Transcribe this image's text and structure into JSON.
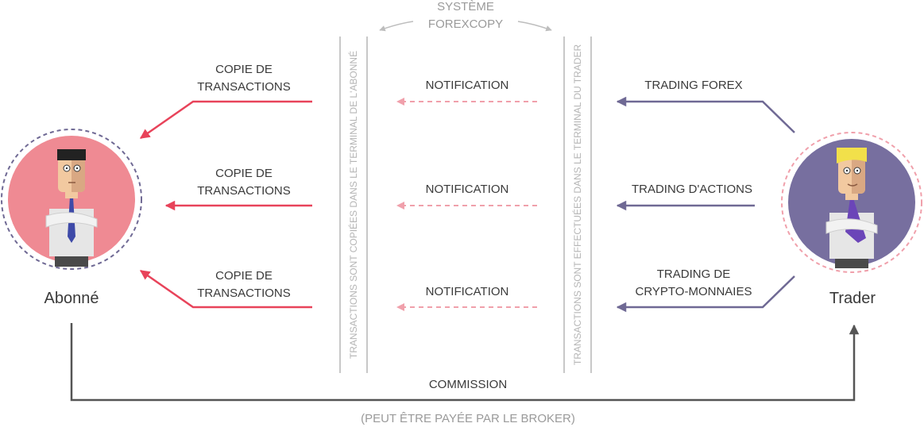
{
  "colors": {
    "red": "#e8435a",
    "pink_dashed": "#f0a0ab",
    "purple": "#6f6994",
    "dark_line": "#555555",
    "gray": "#bdbdbd",
    "subscriber_circle": "#ef8a93",
    "trader_circle": "#776f9f"
  },
  "system_label": {
    "line1": "SYSTÈME",
    "line2": "FOREXCOPY"
  },
  "left_column_text": "TRANSACTIONS SONT COPIÉES DANS LE TERMINAL DE L'ABONNÉ",
  "right_column_text": "TRANSACTIONS SONT EFFECTUÉES DANS LE TERMINAL DU TRADER",
  "subscriber": {
    "name": "Abonné",
    "icon": "businessman-avatar-icon"
  },
  "trader": {
    "name": "Trader",
    "icon": "blond-businessman-avatar-icon"
  },
  "rows": [
    {
      "copy_line1": "COPIE DE",
      "copy_line2": "TRANSACTIONS",
      "notification": "NOTIFICATION",
      "trading_line1": "TRADING FOREX",
      "trading_line2": ""
    },
    {
      "copy_line1": "COPIE DE",
      "copy_line2": "TRANSACTIONS",
      "notification": "NOTIFICATION",
      "trading_line1": "TRADING D'ACTIONS",
      "trading_line2": ""
    },
    {
      "copy_line1": "COPIE DE",
      "copy_line2": "TRANSACTIONS",
      "notification": "NOTIFICATION",
      "trading_line1": "TRADING DE",
      "trading_line2": "CRYPTO-MONNAIES"
    }
  ],
  "commission": {
    "label": "COMMISSION",
    "note": "(PEUT ÊTRE PAYÉE PAR LE BROKER)"
  }
}
